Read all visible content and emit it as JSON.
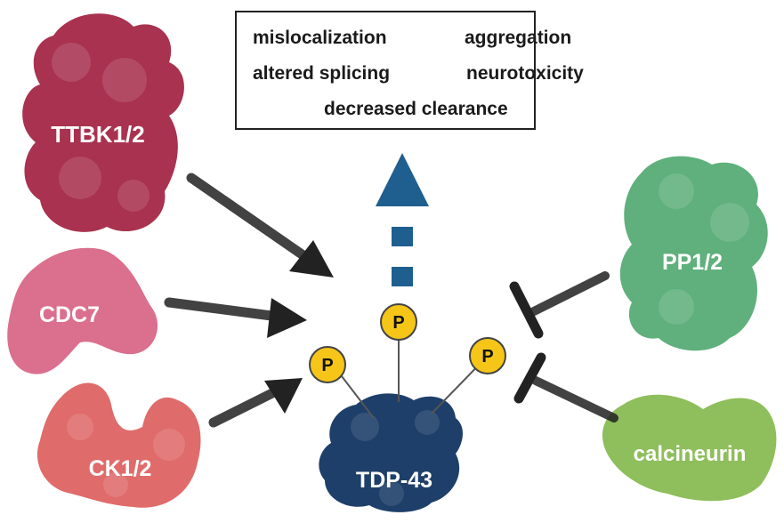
{
  "outcomes": {
    "mislocalization": "mislocalization",
    "aggregation": "aggregation",
    "altered_splicing": "altered splicing",
    "neurotoxicity": "neurotoxicity",
    "decreased_clearance": "decreased clearance"
  },
  "kinases": {
    "ttbk": {
      "label": "TTBK1/2",
      "color": "#a8324f"
    },
    "cdc7": {
      "label": "CDC7",
      "color": "#db6f8e"
    },
    "ck": {
      "label": "CK1/2",
      "color": "#e06b6b"
    }
  },
  "phosphatases": {
    "pp": {
      "label": "PP1/2",
      "color": "#5fb07c"
    },
    "calcineurin": {
      "label": "calcineurin",
      "color": "#8fbe5c"
    }
  },
  "target": {
    "label": "TDP-43",
    "color": "#1e3f69"
  },
  "phospho": {
    "label": "P",
    "color": "#f5c518"
  },
  "arrow_color": "#222222",
  "up_arrow_color": "#1f5f8f"
}
